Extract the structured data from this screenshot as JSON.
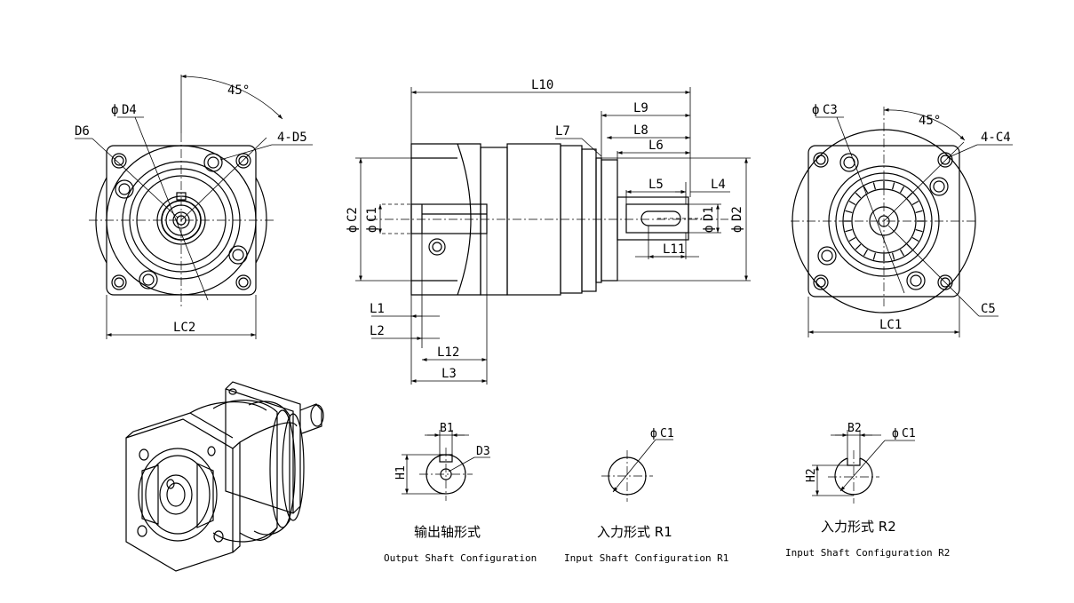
{
  "labels": {
    "L10": "L10",
    "L9": "L9",
    "L8": "L8",
    "L7": "L7",
    "L6": "L6",
    "L5": "L5",
    "L4": "L4",
    "L11": "L11",
    "L1": "L1",
    "L2": "L2",
    "L12": "L12",
    "L3": "L3",
    "C2": "C2",
    "C1": "C1",
    "D1": "D1",
    "D2": "D2",
    "D4": "D4",
    "D6": "D6",
    "D5": "4-D5",
    "LC2": "LC2",
    "angle_left": "45°",
    "C3": "C3",
    "C4": "4-C4",
    "C5": "C5",
    "LC1": "LC1",
    "angle_right": "45°",
    "B1": "B1",
    "H1": "H1",
    "D3": "D3",
    "C1_r1": "C1",
    "B2": "B2",
    "H2": "H2",
    "C1_r2": "C1",
    "phi": "ф"
  },
  "captions": {
    "output_cn": "输出轴形式",
    "output_en": "Output Shaft Configuration",
    "r1_cn": "入力形式 R1",
    "r1_en": "Input Shaft Configuration R1",
    "r2_cn": "入力形式 R2",
    "r2_en": "Input Shaft Configuration R2"
  }
}
